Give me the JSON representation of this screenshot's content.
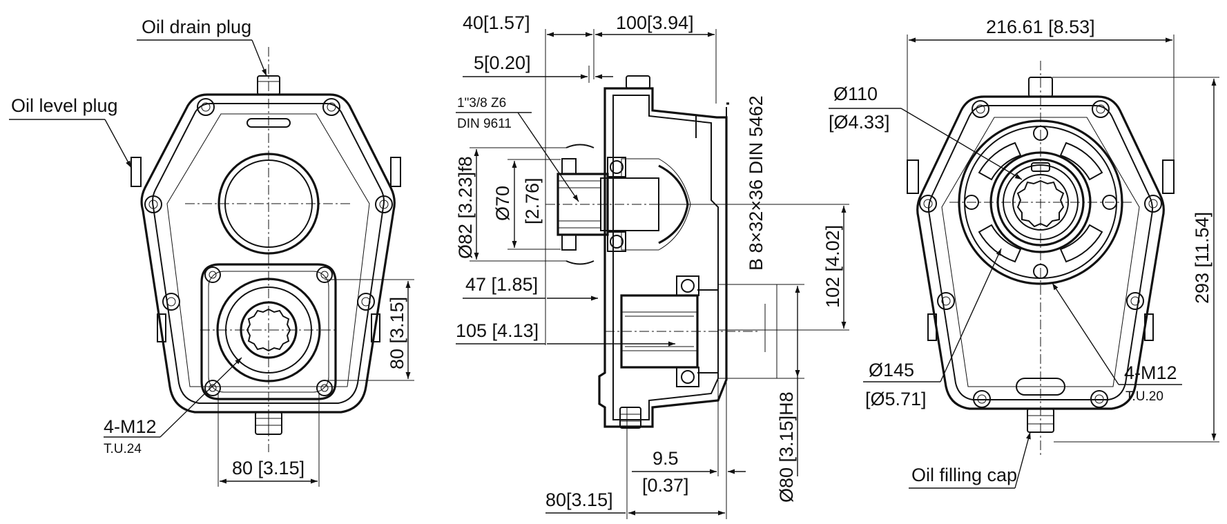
{
  "front_view": {
    "oil_drain_plug": "Oil drain plug",
    "oil_level_plug": "Oil level plug",
    "bolts": "4-M12",
    "bolts_depth": "T.U.24",
    "dim_width": "80 [3.15]",
    "dim_height": "80 [3.15]"
  },
  "side_view": {
    "dim_top_left": "40[1.57]",
    "dim_top_right": "100[3.94]",
    "dim_offset": "5[0.20]",
    "shaft_spec_1": "1\"3/8 Z6",
    "shaft_spec_2": "DIN 9611",
    "dim_dia_outer": "Ø82 [3.23]f8",
    "dim_dia_inner": "Ø70",
    "dim_dia_inner_in": "[2.76]",
    "dim_47": "47 [1.85]",
    "dim_105": "105 [4.13]",
    "spline_spec": "B 8×32×36 DIN 5462",
    "dim_102": "102 [4.02]",
    "dim_9_5": "9.5",
    "dim_9_5_in": "[0.37]",
    "dim_dia_80": "Ø80 [3.15]H8",
    "dim_bottom": "80[3.15]"
  },
  "rear_view": {
    "dim_width": "216.61 [8.53]",
    "dim_dia_110": "Ø110",
    "dim_dia_110_in": "[Ø4.33]",
    "dim_dia_145": "Ø145",
    "dim_dia_145_in": "[Ø5.71]",
    "bolts": "4-M12",
    "bolts_depth": "T.U.20",
    "dim_height": "293 [11.54]",
    "oil_filling_cap": "Oil filling cap"
  }
}
